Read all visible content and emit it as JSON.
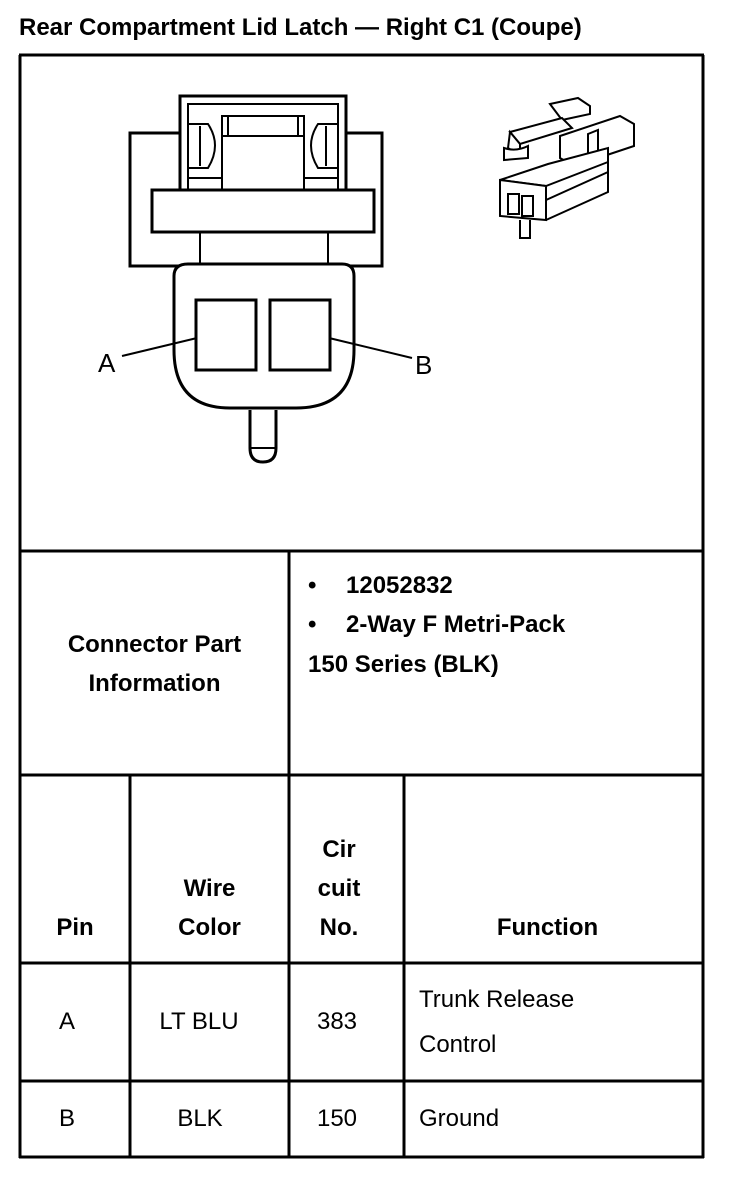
{
  "title": "Rear Compartment Lid Latch — Right C1 (Coupe)",
  "diagram": {
    "terminal_labels": [
      "A",
      "B"
    ]
  },
  "part_info": {
    "label_line1": "Connector Part",
    "label_line2": "Information",
    "bullet_symbol": "•",
    "bullet1": "12052832",
    "bullet2": "2-Way F Metri-Pack",
    "continuation": "150 Series (BLK)"
  },
  "table": {
    "headers": {
      "pin": "Pin",
      "wire_color_line1": "Wire",
      "wire_color_line2": "Color",
      "circuit_line1": "Cir",
      "circuit_line2": "cuit",
      "circuit_line3": "No.",
      "function": "Function"
    },
    "rows": [
      {
        "pin": "A",
        "wire_color": "LT BLU",
        "circuit": "383",
        "function_line1": "Trunk Release",
        "function_line2": "Control"
      },
      {
        "pin": "B",
        "wire_color": "BLK",
        "circuit": "150",
        "function_line1": "Ground",
        "function_line2": ""
      }
    ]
  }
}
